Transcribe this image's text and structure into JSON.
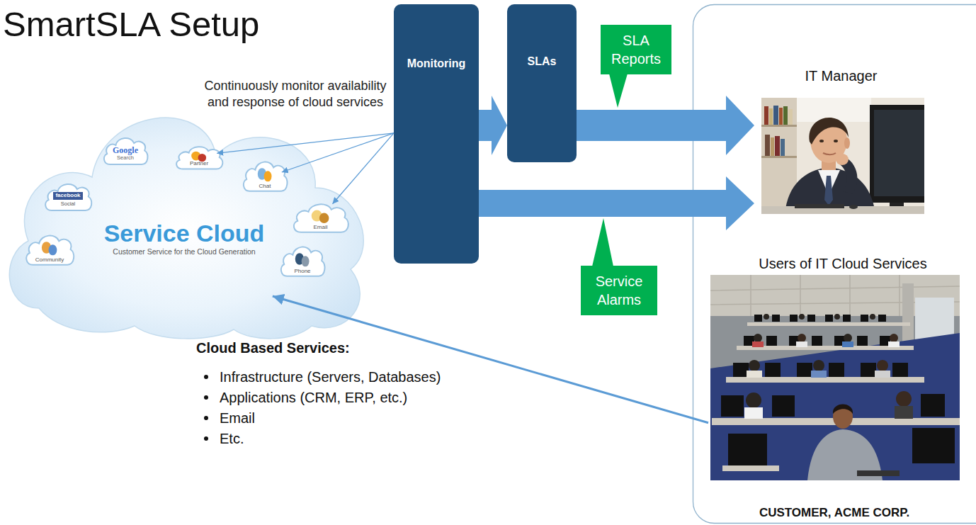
{
  "diagram": {
    "title": "SmartSLA Setup",
    "nodes": [
      {
        "text": [
          "Service Cloud",
          "Customer Service for the Cloud Generation"
        ]
      },
      {
        "text": [
          "Google",
          "Search"
        ],
        "in": 0
      },
      {
        "text": [
          "Partner"
        ],
        "in": 0
      },
      {
        "text": [
          "facebook",
          "Social"
        ],
        "in": 0
      },
      {
        "text": [
          "Chat"
        ],
        "in": 0
      },
      {
        "text": [
          "Email"
        ],
        "in": 0
      },
      {
        "text": [
          "Community"
        ],
        "in": 0
      },
      {
        "text": [
          "Phone"
        ],
        "in": 0
      },
      {
        "text": [
          "Monitoring"
        ]
      },
      {
        "text": [
          "SLAs"
        ]
      },
      {
        "text": [
          "CUSTOMER, ACME CORP."
        ]
      },
      {
        "text": [
          "IT Manager"
        ],
        "in": 10
      },
      {
        "text": [
          "Users of IT Cloud Services"
        ],
        "in": 10
      }
    ],
    "edges": [
      {
        "from": 8,
        "to": 2,
        "arrow": "to"
      },
      {
        "from": 8,
        "to": 4,
        "arrow": "to"
      },
      {
        "from": 8,
        "to": 5,
        "arrow": "to"
      },
      {
        "from": 8,
        "to": 9,
        "arrow": "to"
      },
      {
        "from": 9,
        "to": 11,
        "label": "SLA Reports",
        "arrow": "to"
      },
      {
        "from": 8,
        "to": 11,
        "label": "Service Alarms",
        "arrow": "to"
      },
      {
        "from": 12,
        "to": 0,
        "arrow": "to"
      }
    ],
    "labels": [
      "Continuously monitor availability and response of cloud services",
      "Cloud Based Services:",
      "Infrastructure (Servers, Databases)",
      "Applications (CRM, ERP, etc.)",
      "Email",
      "Etc."
    ]
  }
}
